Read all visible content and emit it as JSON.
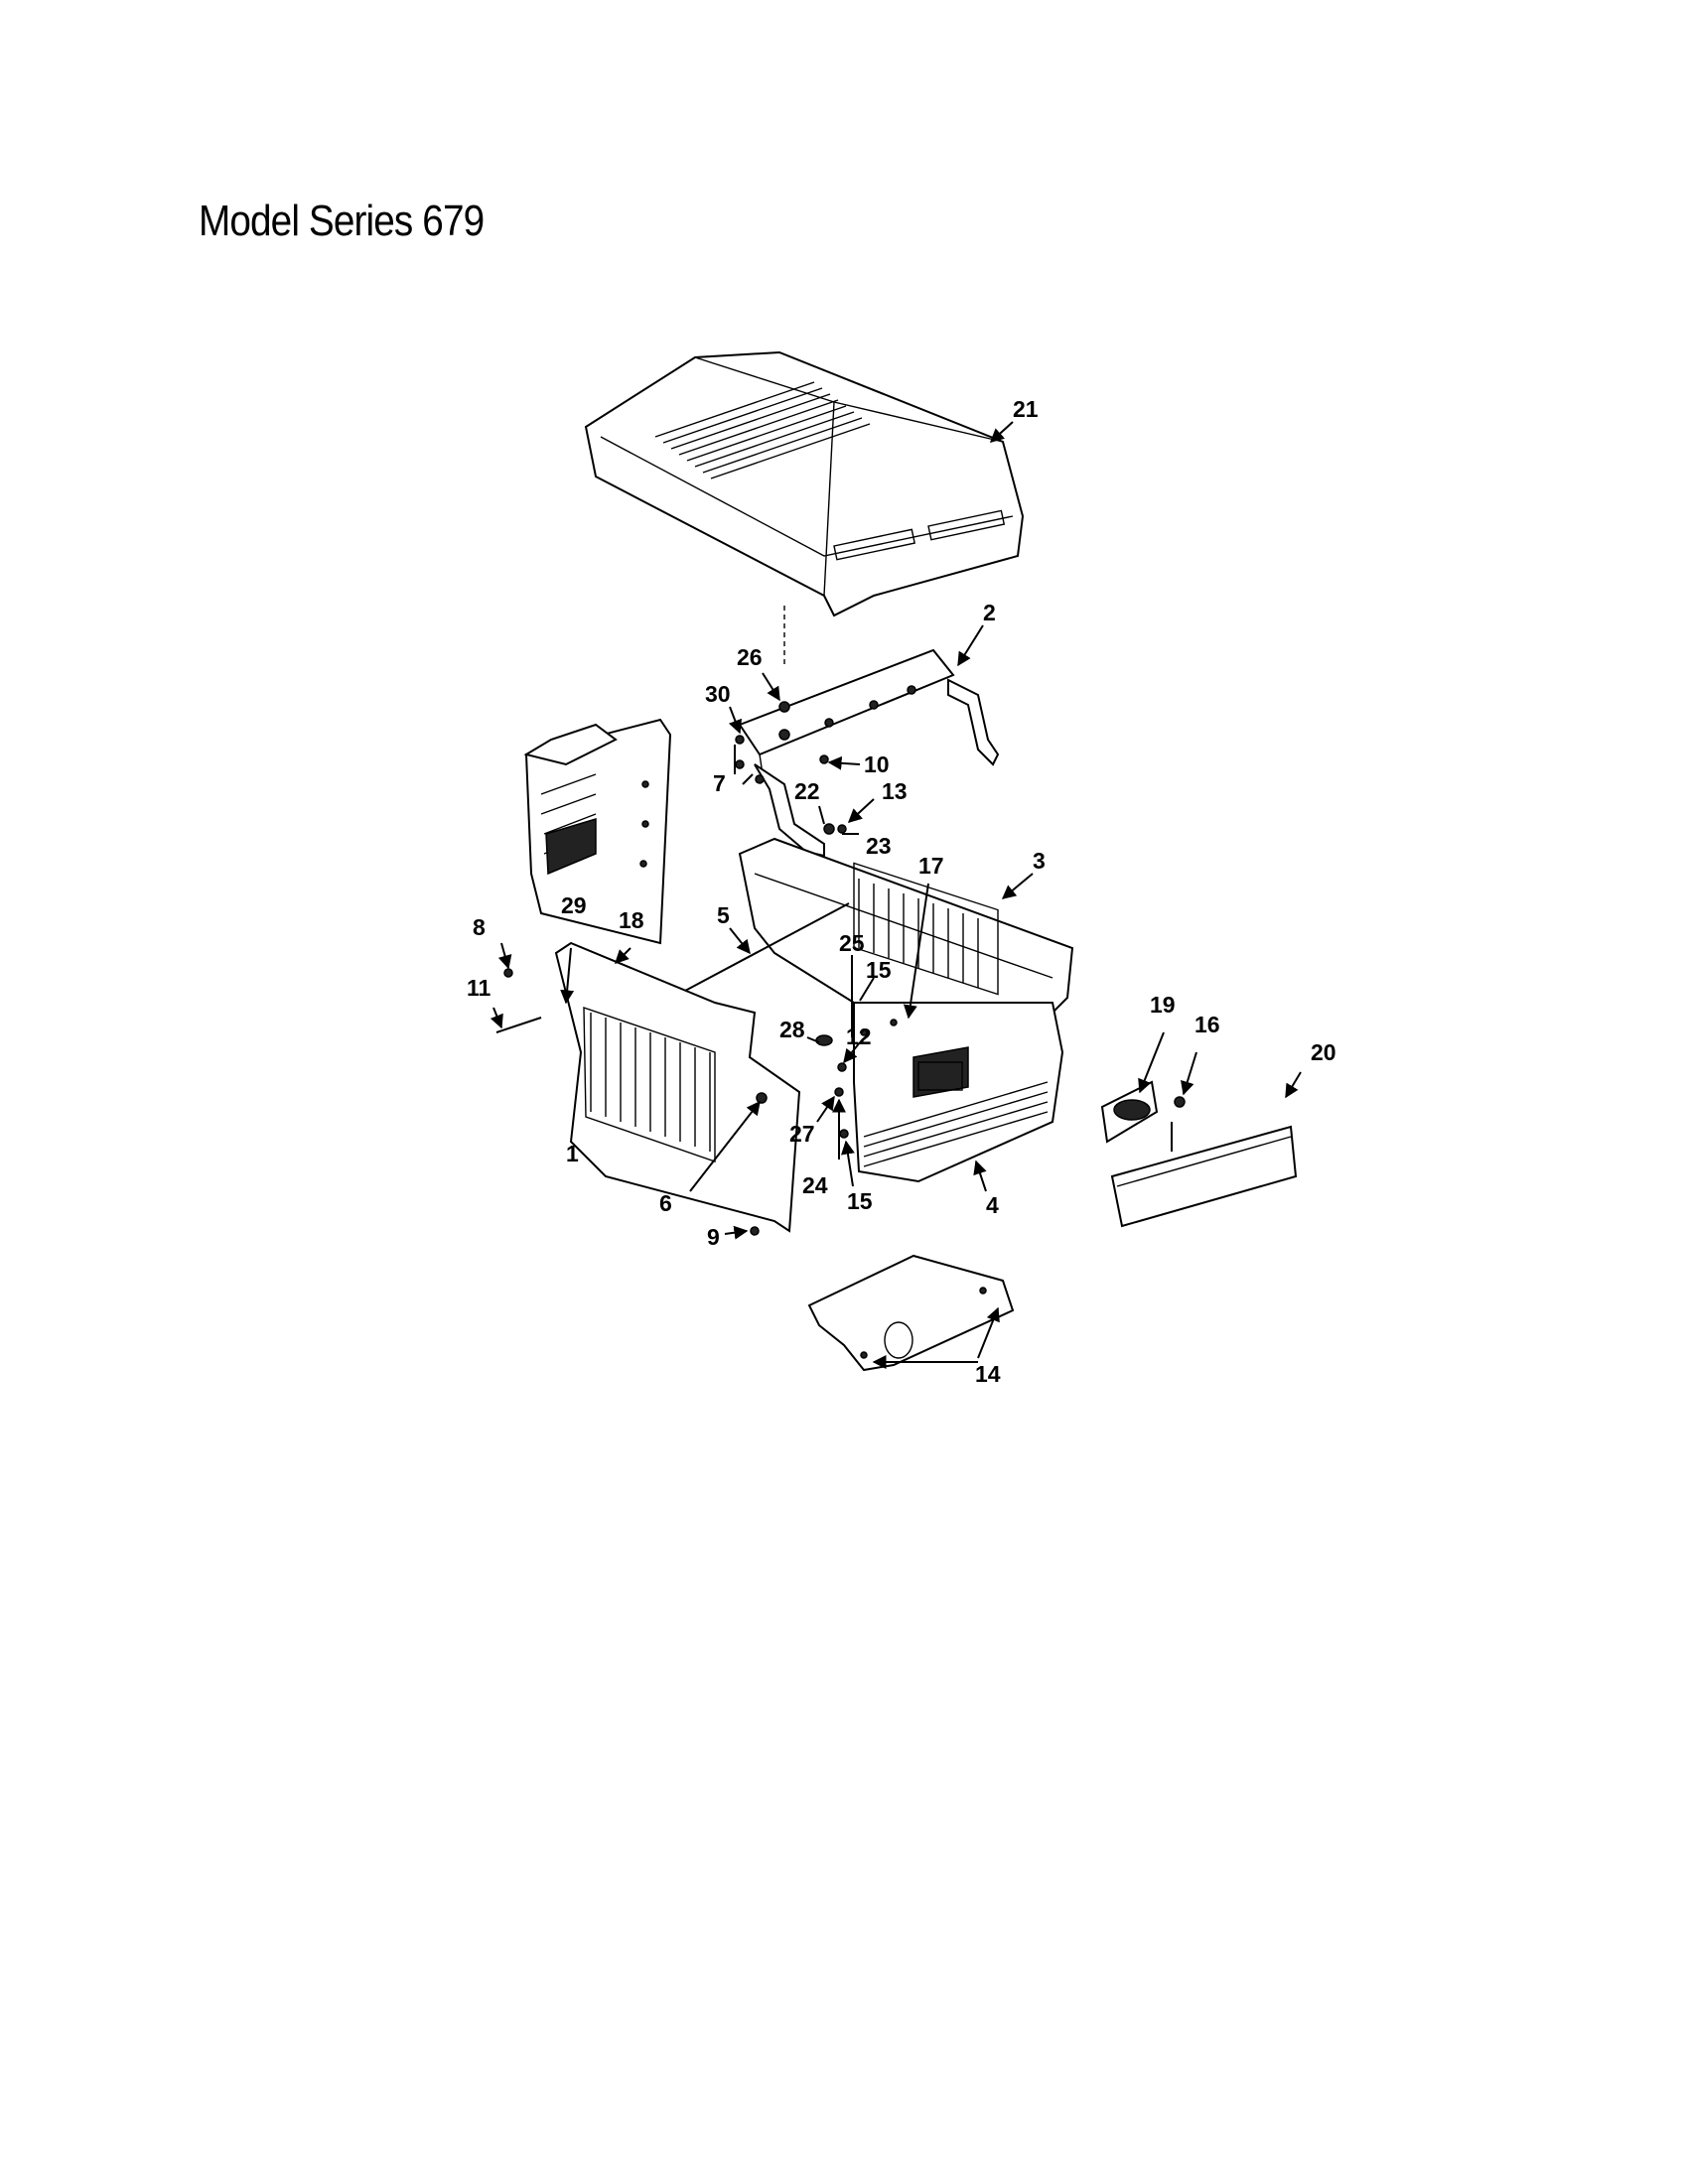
{
  "page": {
    "title": "Model Series 679"
  },
  "callouts": {
    "c1": "1",
    "c2": "2",
    "c3": "3",
    "c4": "4",
    "c5": "5",
    "c6": "6",
    "c7": "7",
    "c8": "8",
    "c9": "9",
    "c10": "10",
    "c11": "11",
    "c12": "12",
    "c13": "13",
    "c14": "14",
    "c15a": "15",
    "c15b": "15",
    "c16": "16",
    "c17": "17",
    "c18": "18",
    "c19": "19",
    "c20": "20",
    "c21": "21",
    "c22": "22",
    "c23": "23",
    "c24": "24",
    "c25": "25",
    "c26": "26",
    "c27": "27",
    "c28": "28",
    "c29": "29",
    "c30": "30"
  }
}
